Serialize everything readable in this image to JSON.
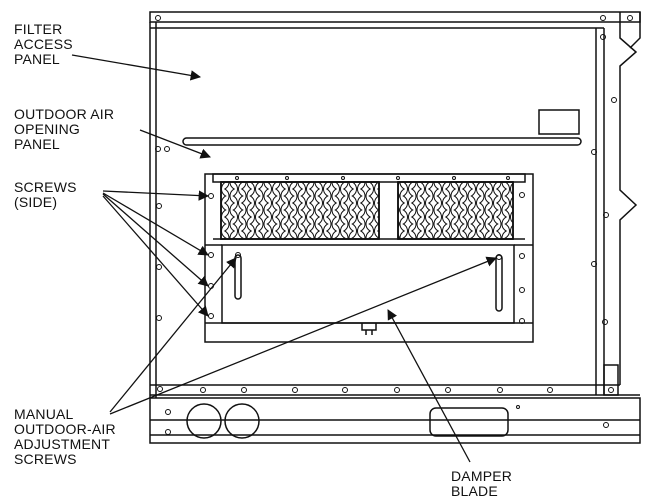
{
  "labels": {
    "filter_access_panel": "FILTER\nACCESS\nPANEL",
    "outdoor_air_opening_panel": "OUTDOOR AIR\nOPENING\nPANEL",
    "screws_side": "SCREWS\n(SIDE)",
    "manual_adjustment_screws": "MANUAL\nOUTDOOR-AIR\nADJUSTMENT\nSCREWS",
    "damper_blade": "DAMPER\nBLADE"
  },
  "colors": {
    "line": "#111111",
    "background": "#ffffff"
  }
}
